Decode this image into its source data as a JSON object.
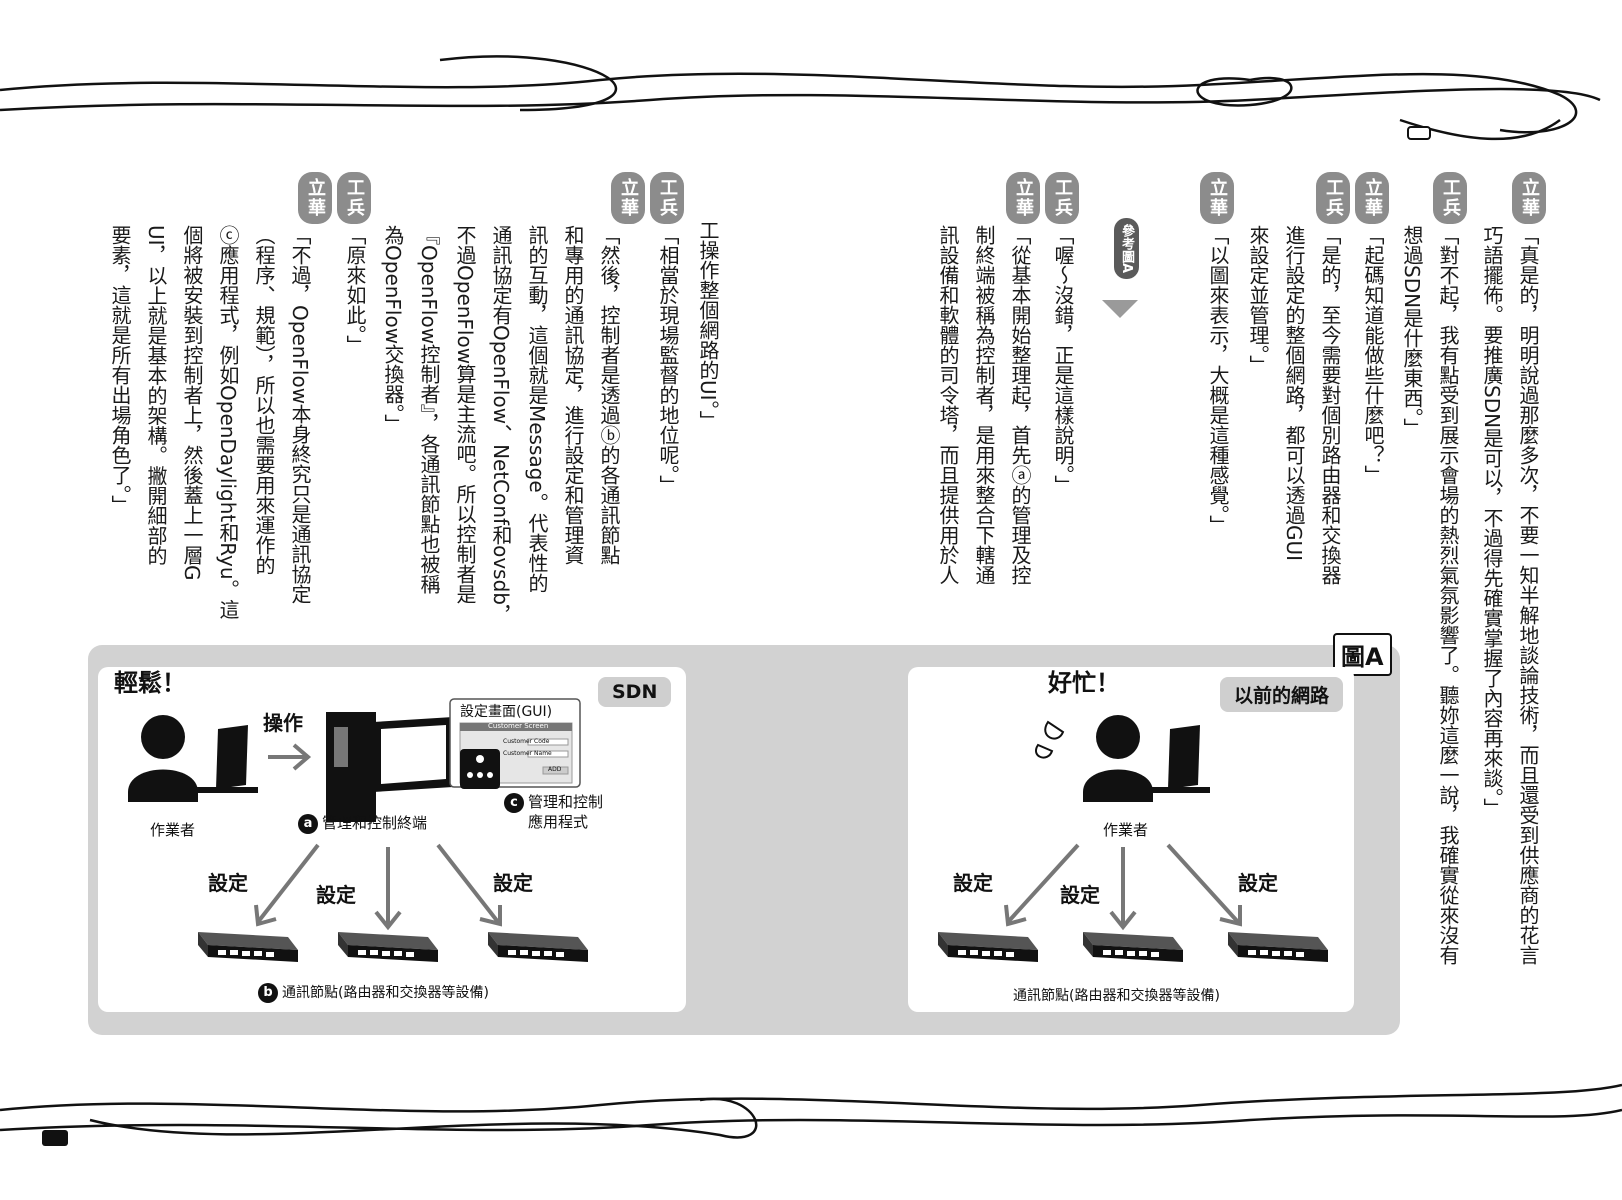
{
  "columns": [
    {
      "speaker": "立華",
      "text": "「真是的，明明說過那麼多次，不要一知半解地談論技術，而且還受到供應商的花言\n巧語擺佈。要推廣SDN是可以，不過得先確實掌握了內容再來談。」"
    },
    {
      "speaker": "工兵",
      "text": "「對不起，我有點受到展示會場的熱烈氣氛影響了。聽妳這麼一說，我確實從來沒有\n想過SDN是什麼東西。」"
    },
    {
      "speaker": "立華",
      "text": "「起碼知道能做些什麼吧？」"
    },
    {
      "speaker": "工兵",
      "text": "「是的，至今需要對個別路由器和交換器\n進行設定的整個網路，都可以透過GUI\n來設定並管理。」"
    },
    {
      "speaker": "立華",
      "text": "「以圖來表示，大概是這種感覺。」"
    },
    {
      "speaker": "工兵",
      "text": "「喔～沒錯，正是這樣說明。」"
    },
    {
      "speaker": "立華",
      "text": "「從基本開始整理起，首先ⓐ的管理及控\n制終端被稱為控制者，是用來整合下轄通\n訊設備和軟體的司令塔，而且提供用於人"
    },
    {
      "speaker": "",
      "text": "工操作整個網路的UI。」"
    },
    {
      "speaker": "工兵",
      "text": "「相當於現場監督的地位呢。」"
    },
    {
      "speaker": "立華",
      "text": "「然後，控制者是透過ⓑ的各通訊節點\n和專用的通訊協定，進行設定和管理資\n訊的互動，這個就是Message。代表性的\n通訊協定有OpenFlow、NetConf和ovsdb，\n不過OpenFlow算是主流吧。所以控制者是\n『OpenFlow控制者』，各通訊節點也被稱\n為OpenFlow交換器。」"
    },
    {
      "speaker": "工兵",
      "text": "「原來如此。」"
    },
    {
      "speaker": "立華",
      "text": "「不過，OpenFlow本身終究只是通訊協定\n（程序、規範），所以也需要用來運作的\nⓒ應用程式，例如OpenDaylight和Ryu。這\n個將被安裝到控制者上，然後蓋上一層G\nUI，以上就是基本的架構。撇開細部的\n要素，這就是所有出場角色了。」"
    }
  ],
  "ref_badge": "參考圖A",
  "figure": {
    "title": "圖A",
    "sdn": {
      "exclaim": "輕鬆！",
      "tag": "SDN",
      "operator": "作業者",
      "operate": "操作",
      "gui_title": "設定畫面(GUI)",
      "gui_screen": "Customer Screen",
      "gui_field1": "Customer Code",
      "gui_field2": "Customer Name",
      "gui_button": "ADD",
      "terminal_mark": "a",
      "terminal": "管理和控制終端",
      "app_mark": "c",
      "app_line1": "管理和控制",
      "app_line2": "應用程式",
      "set1": "設定",
      "set2": "設定",
      "set3": "設定",
      "nodes_mark": "b",
      "nodes": "通訊節點(路由器和交換器等設備)"
    },
    "legacy": {
      "exclaim": "好忙！",
      "tag": "以前的網路",
      "operator": "作業者",
      "set1": "設定",
      "set2": "設定",
      "set3": "設定",
      "nodes": "通訊節點(路由器和交換器等設備)"
    }
  }
}
